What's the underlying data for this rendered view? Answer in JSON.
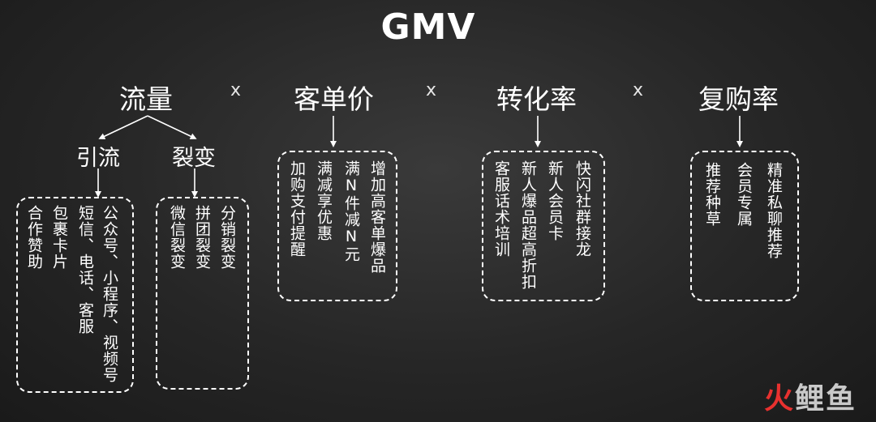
{
  "title": "GMV",
  "operator": "x",
  "factors": [
    {
      "label": "流量"
    },
    {
      "label": "客单价"
    },
    {
      "label": "转化率"
    },
    {
      "label": "复购率"
    }
  ],
  "traffic_branches": [
    {
      "label": "引流",
      "items": [
        "公众号、小程序、视频号",
        "短信、电话、客服",
        "包裹卡片",
        "合作赞助"
      ]
    },
    {
      "label": "裂变",
      "items": [
        "分销裂变",
        "拼团裂变",
        "微信裂变"
      ]
    }
  ],
  "aov_items": [
    "增加高客单爆品",
    "满N件减N元",
    "满减享优惠",
    "加购支付提醒"
  ],
  "conversion_items": [
    "快闪社群接龙",
    "新人会员卡",
    "新人爆品超高折扣",
    "客服话术培训"
  ],
  "repurchase_items": [
    "精准私聊推荐",
    "会员专属",
    "推荐种草"
  ],
  "logo": {
    "part1": "火",
    "part2": "鲤鱼"
  },
  "colors": {
    "background": "#262626",
    "text": "#ffffff",
    "logo_accent": "#e8312f"
  }
}
